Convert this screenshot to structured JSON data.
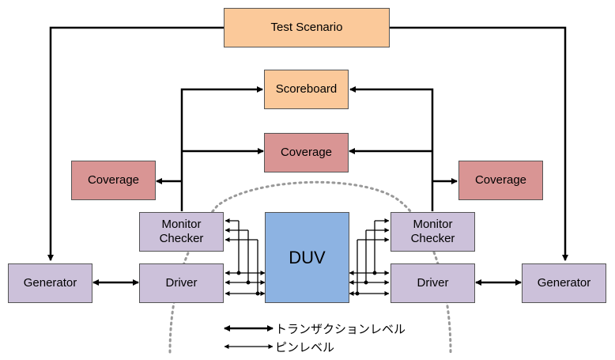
{
  "blocks": {
    "test_scenario": "Test Scenario",
    "scoreboard": "Scoreboard",
    "coverage_center": "Coverage",
    "coverage_left": "Coverage",
    "coverage_right": "Coverage",
    "monitor_left": "Monitor\nChecker",
    "monitor_right": "Monitor\nChecker",
    "driver_left": "Driver",
    "driver_right": "Driver",
    "generator_left": "Generator",
    "generator_right": "Generator",
    "duv": "DUV"
  },
  "legend": {
    "transaction": "トランザクションレベル",
    "pin": "ピンレベル"
  },
  "colors": {
    "orange": "#fbc99a",
    "red": "#d99594",
    "purple": "#ccc1da",
    "blue": "#8db3e2"
  }
}
